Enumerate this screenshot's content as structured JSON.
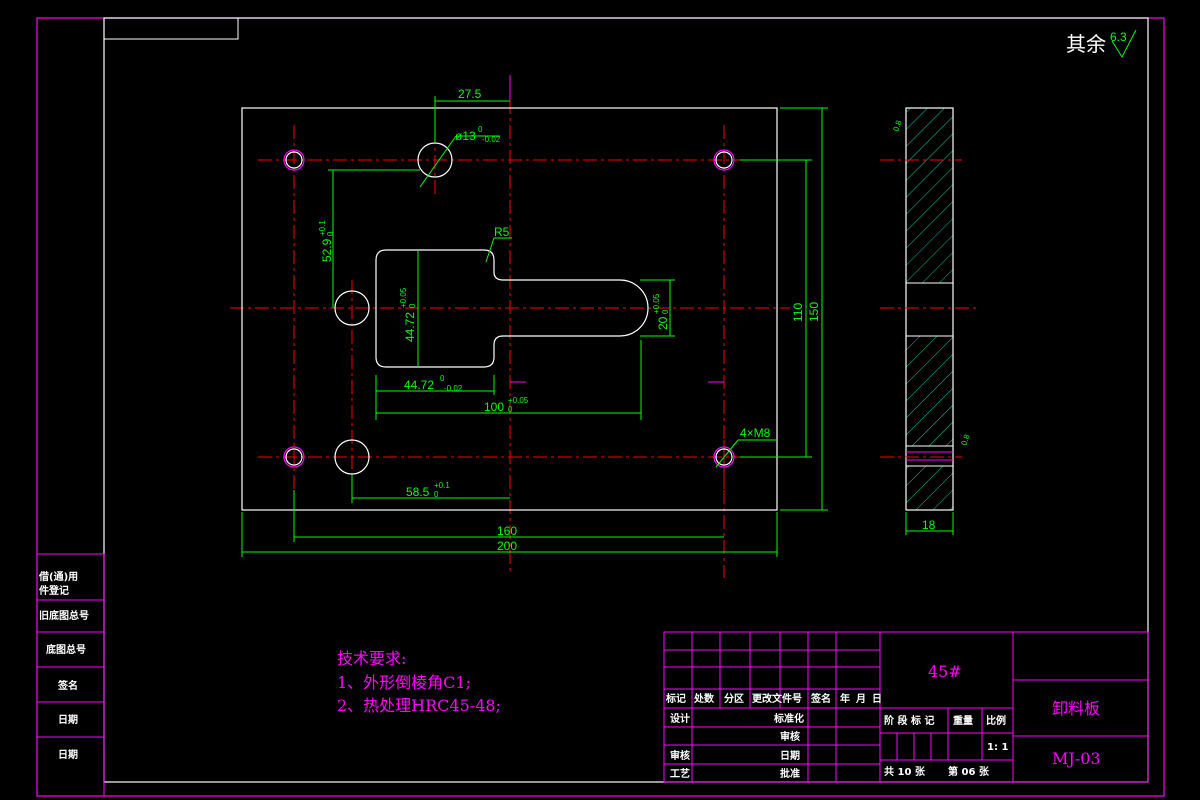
{
  "drawing": {
    "roughness": {
      "label": "其余",
      "value": "6.3"
    },
    "dimensions": {
      "d27_5": "27.5",
      "hole13": "ø13",
      "hole13_tol_up": "0",
      "hole13_tol_dn": "-0.02",
      "r5": "R5",
      "d52_9": "52.9",
      "d52_9_tol_up": "+0.1",
      "d52_9_tol_dn": "0",
      "d44_72v": "44.72",
      "d44_72v_tol_up": "+0.05",
      "d44_72v_tol_dn": "0",
      "d20": "20",
      "d20_tol_up": "+0.05",
      "d20_tol_dn": "0",
      "d44_72h": "44.72",
      "d44_72h_tol_up": "0",
      "d44_72h_tol_dn": "-0.02",
      "d100": "100",
      "d100_tol_up": "+0.05",
      "d100_tol_dn": "0",
      "d110": "110",
      "d150": "150",
      "d4m8": "4×M8",
      "d58_5": "58.5",
      "d58_5_tol_up": "+0.1",
      "d58_5_tol_dn": "0",
      "d160": "160",
      "d200": "200",
      "d18": "18",
      "side_top": "0.8",
      "side_bot": "0.8"
    }
  },
  "left_stamp": [
    "借(通)用",
    "件登记",
    "旧底图总号",
    "底图总号",
    "签名",
    "日期",
    "日期"
  ],
  "tech": {
    "title": "技术要求:",
    "items": [
      "1、外形倒棱角C1;",
      "2、热处理HRC45-48;"
    ]
  },
  "title_block": {
    "material": "45#",
    "part_name": "卸料板",
    "drawing_no": "MJ-03",
    "revision_headers": [
      "标记",
      "处数",
      "分区",
      "更改文件号",
      "签名",
      "年",
      "月",
      "日"
    ],
    "labels": {
      "design": "设计",
      "standardize": "标准化",
      "check": "审核",
      "process": "工艺",
      "review": "审核",
      "approve": "批准",
      "date_short": "日期",
      "stage": "阶 段 标 记",
      "weight": "重量",
      "scale": "比例"
    },
    "scale_value": "1: 1",
    "sheets_total": "共 10 张",
    "sheet_no": "第 06 张"
  }
}
